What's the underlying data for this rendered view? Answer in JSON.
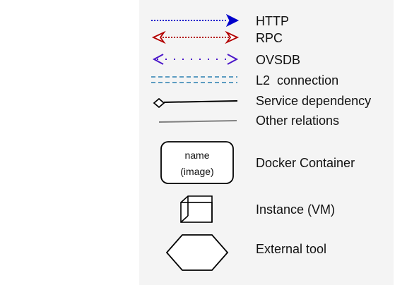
{
  "legend": {
    "items": [
      {
        "id": "http",
        "label": "HTTP",
        "color": "#0000cc",
        "style": "dotted arrow"
      },
      {
        "id": "rpc",
        "label": "RPC",
        "color": "#b30000",
        "style": "dotted double-headed open arrow"
      },
      {
        "id": "ovsdb",
        "label": "OVSDB",
        "color": "#4b16c9",
        "style": "sparse dotted double-headed open arrow"
      },
      {
        "id": "l2",
        "label": "L2  connection",
        "color": "#2a7fb0",
        "style": "double dashed line"
      },
      {
        "id": "dependency",
        "label": "Service dependency",
        "color": "#000000",
        "style": "line with diamond"
      },
      {
        "id": "other",
        "label": "Other relations",
        "color": "#808080",
        "style": "gray line"
      },
      {
        "id": "docker",
        "label": "Docker Container",
        "box_line1": "name",
        "box_line2": "(image)",
        "style": "rounded rectangle"
      },
      {
        "id": "instance",
        "label": "Instance (VM)",
        "style": "cube"
      },
      {
        "id": "external",
        "label": "External tool",
        "style": "hexagon"
      }
    ]
  }
}
